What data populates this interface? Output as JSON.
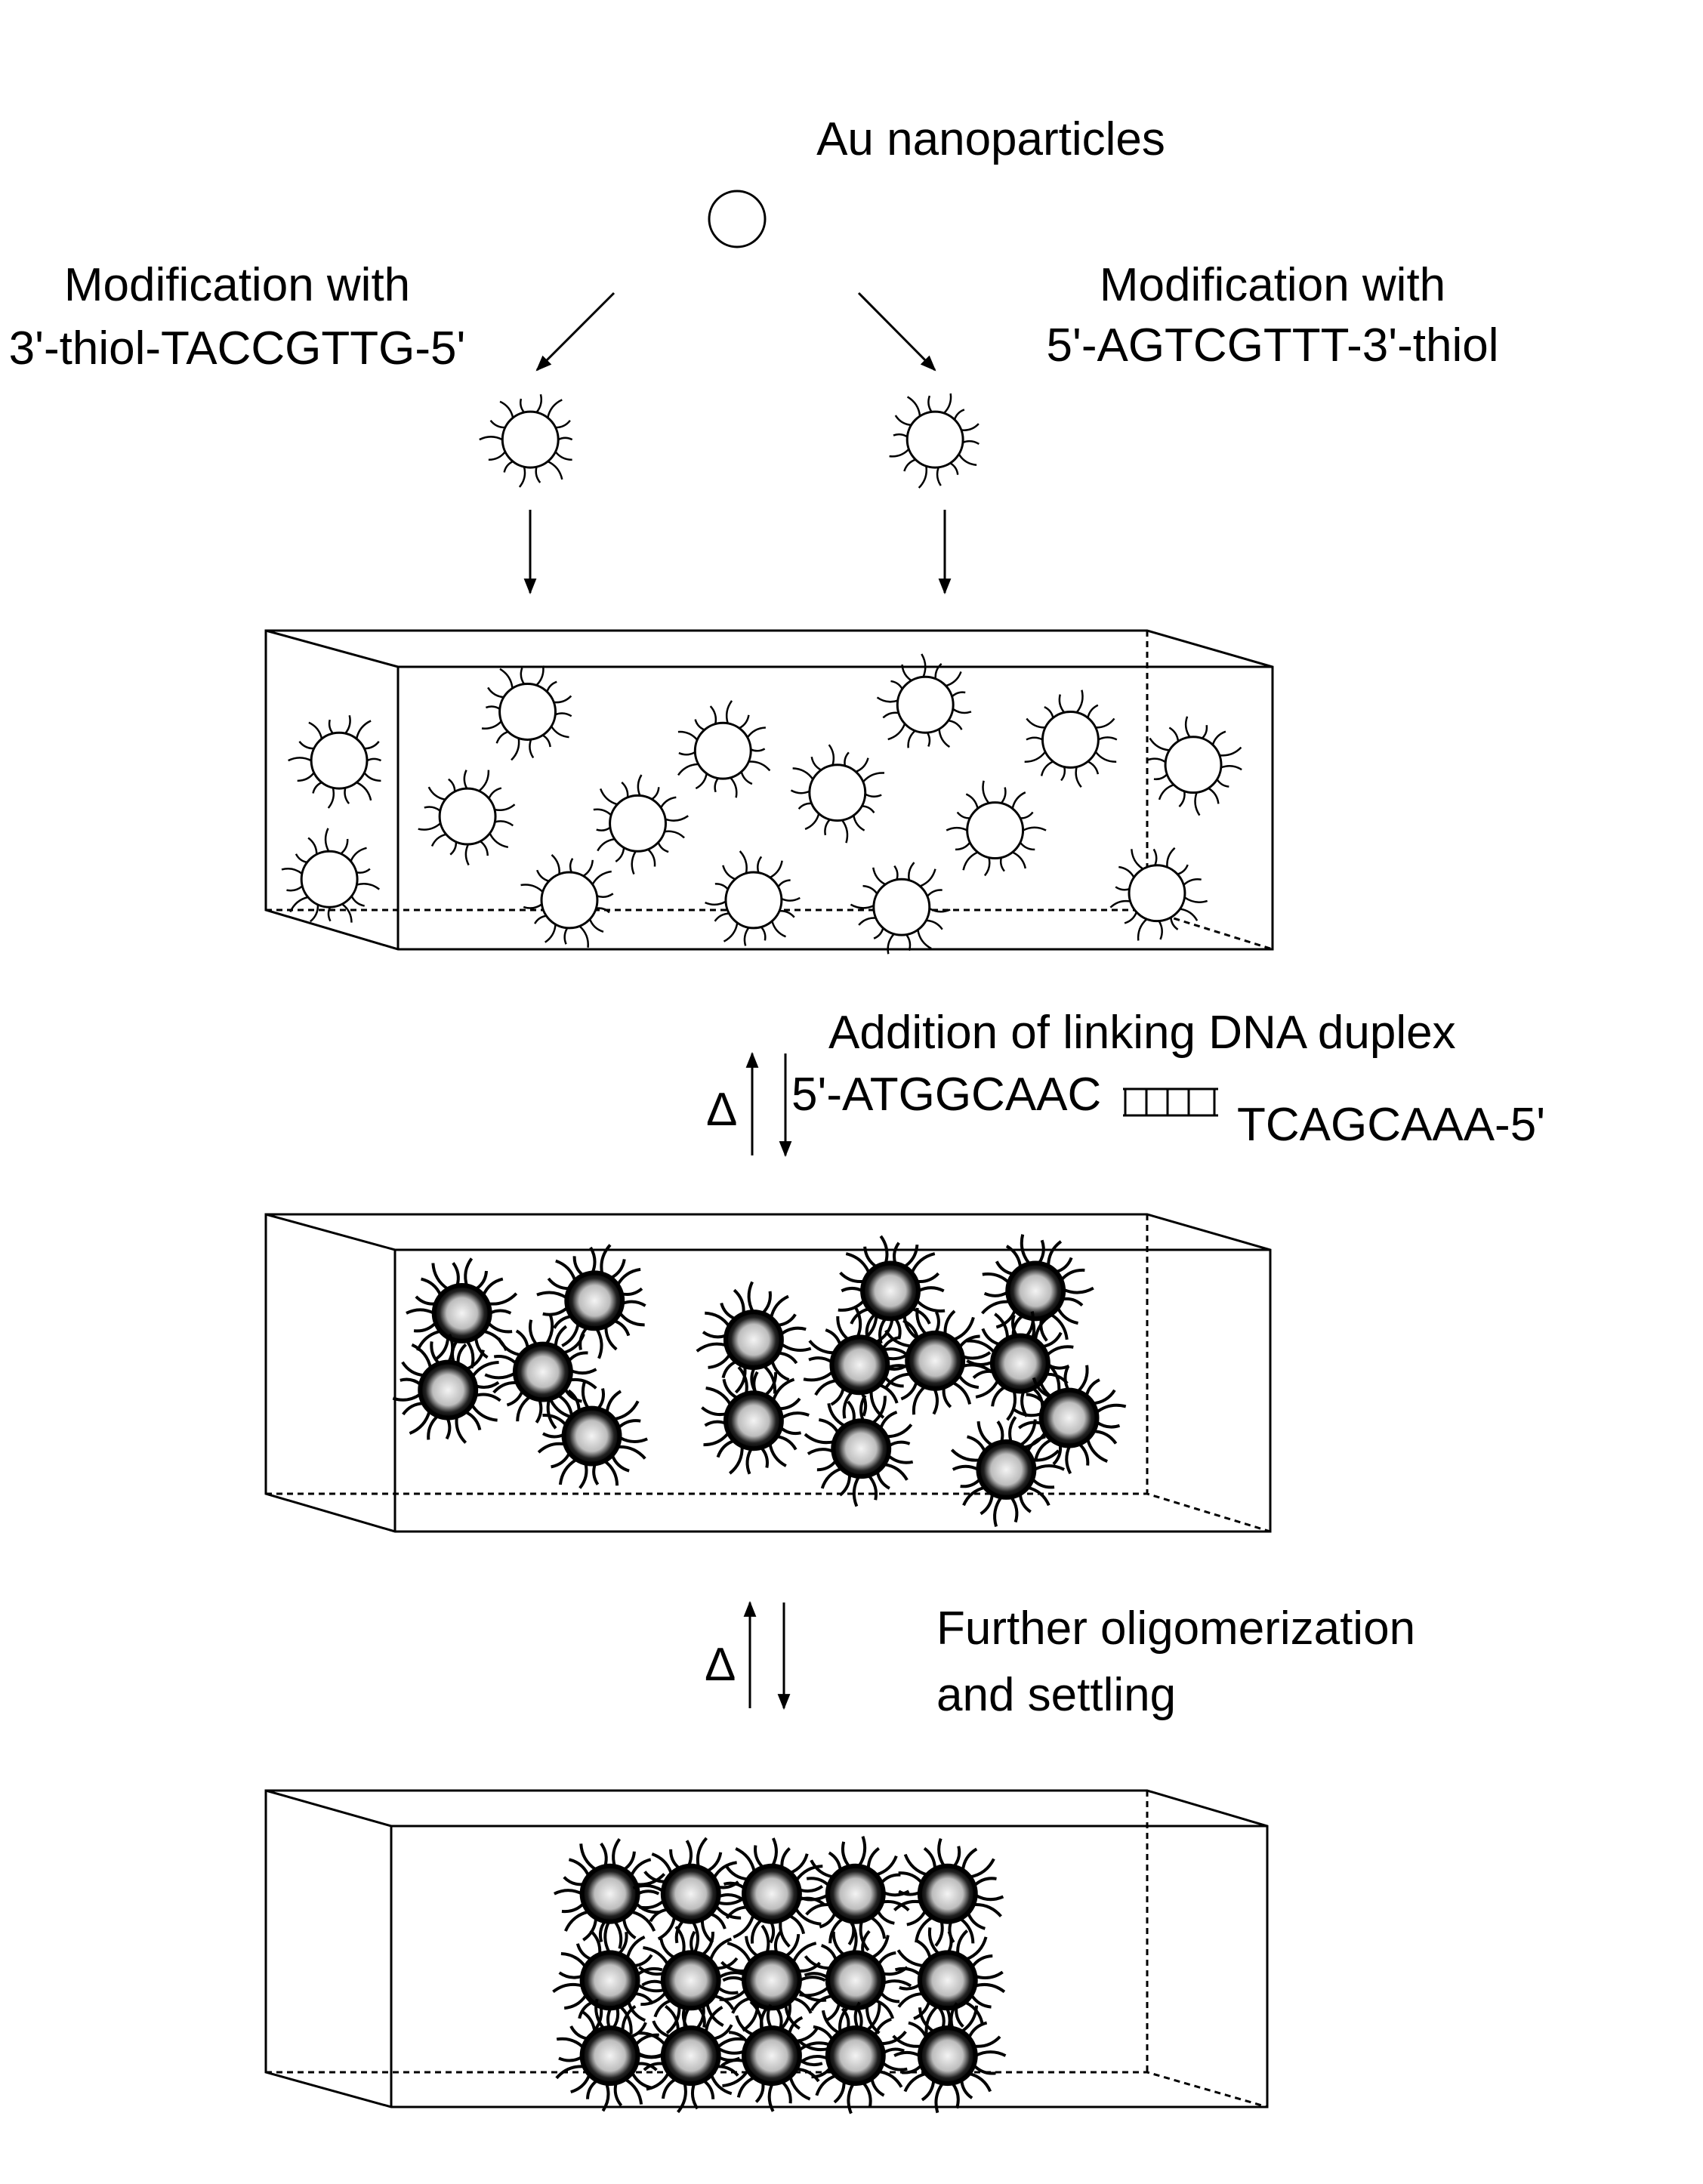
{
  "title": "Au nanoparticles",
  "left_branch": {
    "line1": "Modification with",
    "line2": "3'-thiol-TACCGTTG-5'"
  },
  "right_branch": {
    "line1": "Modification with",
    "line2": "5'-AGTCGTTT-3'-thiol"
  },
  "step1": {
    "label": "Addition of linking DNA duplex",
    "strand_left": "5'-ATGGCAAC",
    "strand_right": "TCAGCAAA-5'",
    "heat_symbol": "Δ"
  },
  "step2": {
    "line1": "Further oligomerization",
    "line2": "and settling",
    "heat_symbol": "Δ"
  },
  "icons": {
    "bare_particle": "circle",
    "modified_particle": "circle-with-dna-strands",
    "aggregated_particle": "dark-circle-with-strands",
    "reversible_arrow": "up-down-arrows"
  },
  "colors": {
    "ink": "#000000",
    "background": "#ffffff",
    "core_fill": "#cfcfcf"
  }
}
